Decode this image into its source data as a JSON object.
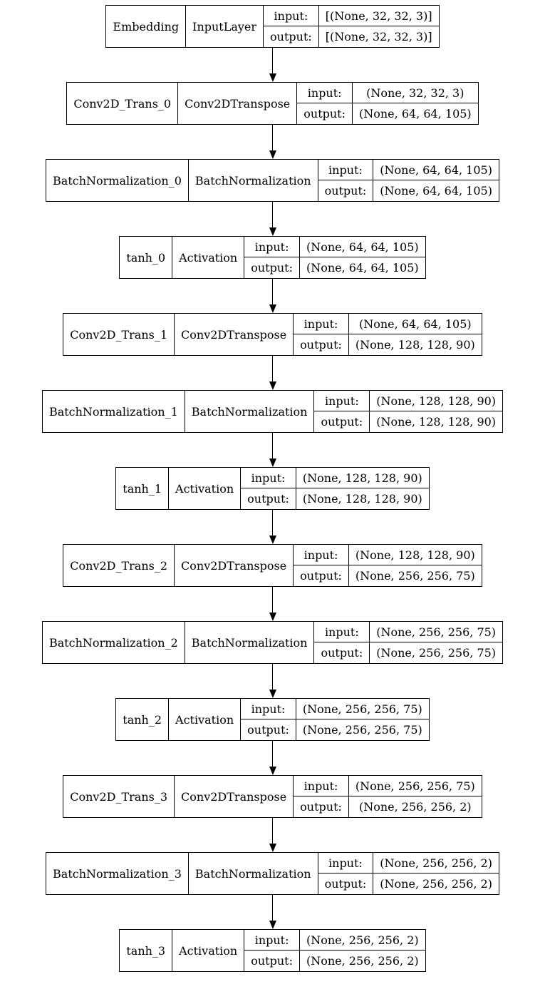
{
  "diagram": {
    "kind": "keras-model-architecture",
    "background_color": "#ffffff",
    "border_color": "#000000",
    "text_color": "#000000",
    "nodes": [
      {
        "name": "Embedding",
        "class": "InputLayer",
        "input_label": "input:",
        "output_label": "output:",
        "input_shape": "[(None, 32, 32, 3)]",
        "output_shape": "[(None, 32, 32, 3)]"
      },
      {
        "name": "Conv2D_Trans_0",
        "class": "Conv2DTranspose",
        "input_label": "input:",
        "output_label": "output:",
        "input_shape": "(None, 32, 32, 3)",
        "output_shape": "(None, 64, 64, 105)"
      },
      {
        "name": "BatchNormalization_0",
        "class": "BatchNormalization",
        "input_label": "input:",
        "output_label": "output:",
        "input_shape": "(None, 64, 64, 105)",
        "output_shape": "(None, 64, 64, 105)"
      },
      {
        "name": "tanh_0",
        "class": "Activation",
        "input_label": "input:",
        "output_label": "output:",
        "input_shape": "(None, 64, 64, 105)",
        "output_shape": "(None, 64, 64, 105)"
      },
      {
        "name": "Conv2D_Trans_1",
        "class": "Conv2DTranspose",
        "input_label": "input:",
        "output_label": "output:",
        "input_shape": "(None, 64, 64, 105)",
        "output_shape": "(None, 128, 128, 90)"
      },
      {
        "name": "BatchNormalization_1",
        "class": "BatchNormalization",
        "input_label": "input:",
        "output_label": "output:",
        "input_shape": "(None, 128, 128, 90)",
        "output_shape": "(None, 128, 128, 90)"
      },
      {
        "name": "tanh_1",
        "class": "Activation",
        "input_label": "input:",
        "output_label": "output:",
        "input_shape": "(None, 128, 128, 90)",
        "output_shape": "(None, 128, 128, 90)"
      },
      {
        "name": "Conv2D_Trans_2",
        "class": "Conv2DTranspose",
        "input_label": "input:",
        "output_label": "output:",
        "input_shape": "(None, 128, 128, 90)",
        "output_shape": "(None, 256, 256, 75)"
      },
      {
        "name": "BatchNormalization_2",
        "class": "BatchNormalization",
        "input_label": "input:",
        "output_label": "output:",
        "input_shape": "(None, 256, 256, 75)",
        "output_shape": "(None, 256, 256, 75)"
      },
      {
        "name": "tanh_2",
        "class": "Activation",
        "input_label": "input:",
        "output_label": "output:",
        "input_shape": "(None, 256, 256, 75)",
        "output_shape": "(None, 256, 256, 75)"
      },
      {
        "name": "Conv2D_Trans_3",
        "class": "Conv2DTranspose",
        "input_label": "input:",
        "output_label": "output:",
        "input_shape": "(None, 256, 256, 75)",
        "output_shape": "(None, 256, 256, 2)"
      },
      {
        "name": "BatchNormalization_3",
        "class": "BatchNormalization",
        "input_label": "input:",
        "output_label": "output:",
        "input_shape": "(None, 256, 256, 2)",
        "output_shape": "(None, 256, 256, 2)"
      },
      {
        "name": "tanh_3",
        "class": "Activation",
        "input_label": "input:",
        "output_label": "output:",
        "input_shape": "(None, 256, 256, 2)",
        "output_shape": "(None, 256, 256, 2)"
      }
    ],
    "edges": [
      {
        "from": "Embedding",
        "to": "Conv2D_Trans_0"
      },
      {
        "from": "Conv2D_Trans_0",
        "to": "BatchNormalization_0"
      },
      {
        "from": "BatchNormalization_0",
        "to": "tanh_0"
      },
      {
        "from": "tanh_0",
        "to": "Conv2D_Trans_1"
      },
      {
        "from": "Conv2D_Trans_1",
        "to": "BatchNormalization_1"
      },
      {
        "from": "BatchNormalization_1",
        "to": "tanh_1"
      },
      {
        "from": "tanh_1",
        "to": "Conv2D_Trans_2"
      },
      {
        "from": "Conv2D_Trans_2",
        "to": "BatchNormalization_2"
      },
      {
        "from": "BatchNormalization_2",
        "to": "tanh_2"
      },
      {
        "from": "tanh_2",
        "to": "Conv2D_Trans_3"
      },
      {
        "from": "Conv2D_Trans_3",
        "to": "BatchNormalization_3"
      },
      {
        "from": "BatchNormalization_3",
        "to": "tanh_3"
      }
    ]
  }
}
